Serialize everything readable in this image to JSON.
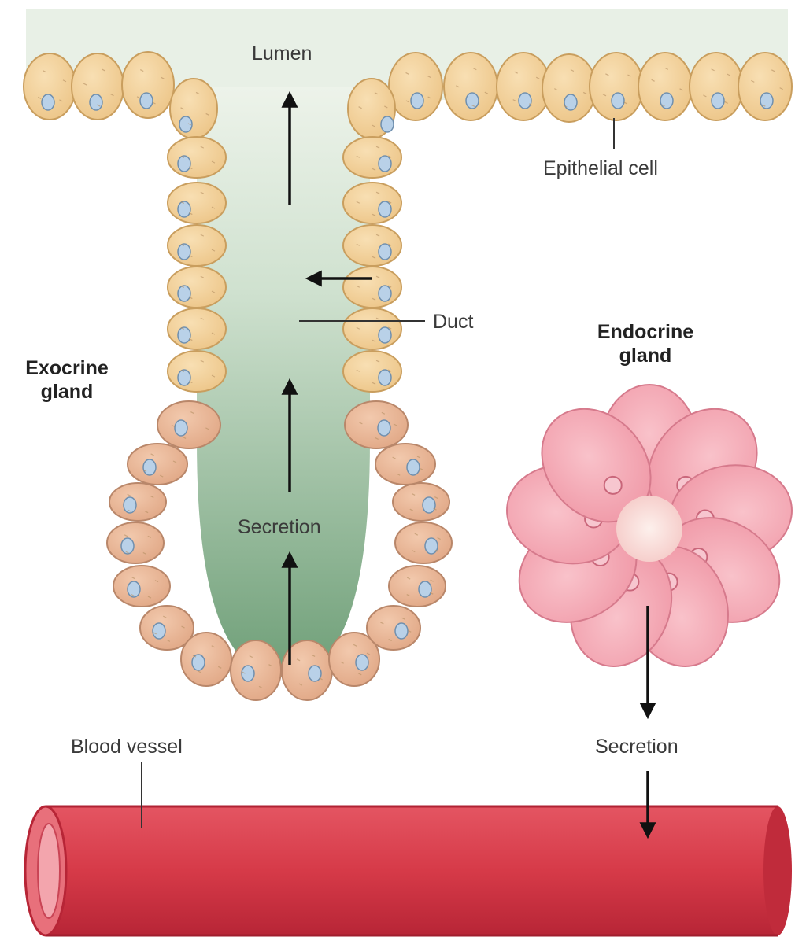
{
  "labels": {
    "lumen": "Lumen",
    "epithelial_cell": "Epithelial cell",
    "duct": "Duct",
    "exocrine_line1": "Exocrine",
    "exocrine_line2": "gland",
    "endocrine_line1": "Endocrine",
    "endocrine_line2": "gland",
    "secretion_exocrine": "Secretion",
    "secretion_endocrine": "Secretion",
    "blood_vessel": "Blood vessel"
  },
  "colors": {
    "lumen_light": "#e9f1e7",
    "lumen_dark": "#6f9f78",
    "surface_cell": "#f1cf96",
    "surface_cell_edge": "#c99e5e",
    "acinar_cell": "#e8b695",
    "acinar_cell_edge": "#b9876a",
    "nucleus": "#b7cfe6",
    "endocrine_cell": "#f3a3b0",
    "endocrine_cell_edge": "#d67a8c",
    "endocrine_center": "#fbe3df",
    "vessel": "#d63a48",
    "vessel_dark": "#b02334"
  }
}
